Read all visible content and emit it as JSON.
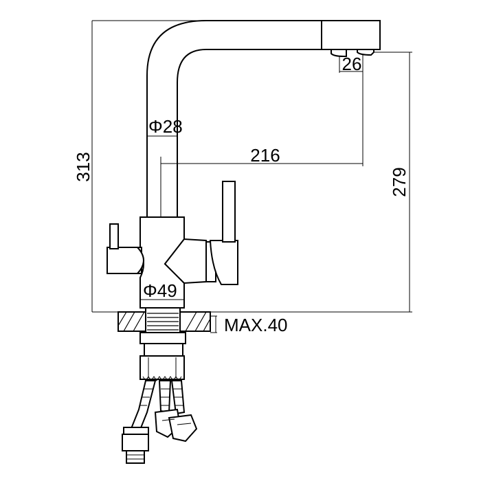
{
  "dimensions": {
    "total_height": "313",
    "spout_height": "279",
    "reach": "216",
    "tube_diameter": "Φ28",
    "base_diameter": "Φ49",
    "aerator": "26",
    "max_thickness": "MAX.40"
  }
}
